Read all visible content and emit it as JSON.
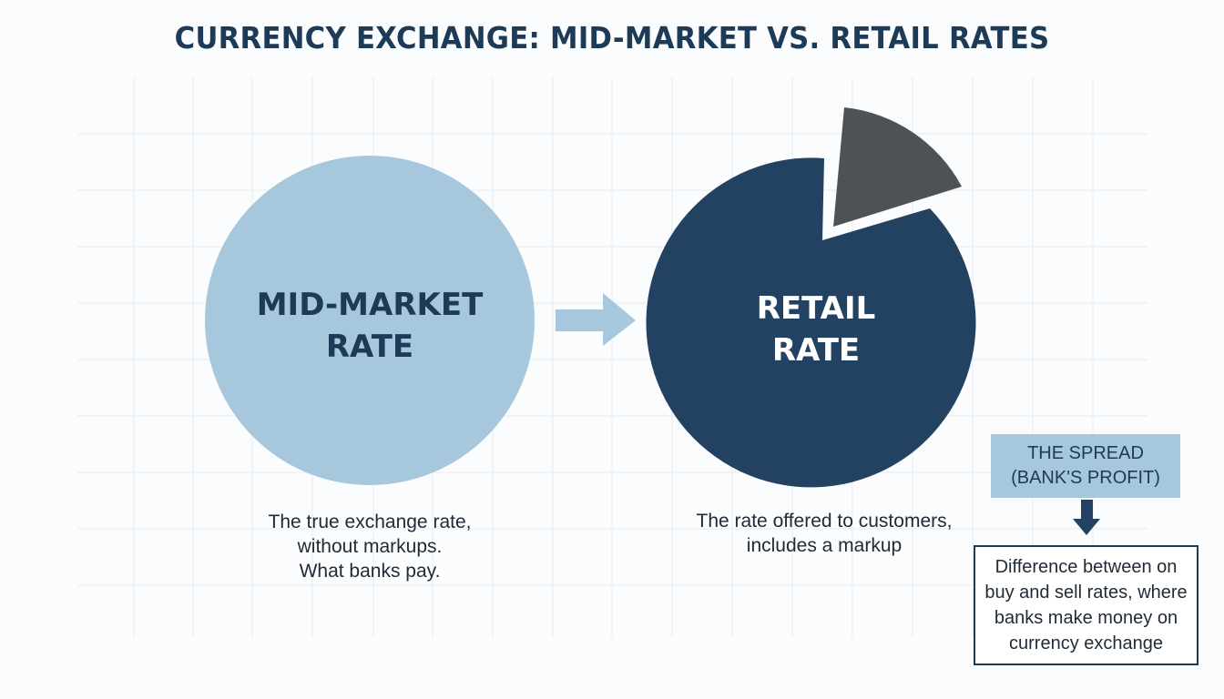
{
  "title": "CURRENCY EXCHANGE: MID-MARKET VS. RETAIL RATES",
  "mid_market": {
    "label_lines": [
      "MID-MARKET",
      "RATE"
    ],
    "description_lines": [
      "The true exchange rate,",
      "without markups.",
      "What banks pay."
    ],
    "color": "#a7c7dc"
  },
  "retail": {
    "label_lines": [
      "RETAIL",
      "RATE"
    ],
    "description_lines": [
      "The rate offered to customers,",
      "includes a markup"
    ],
    "color": "#234262",
    "spread_wedge_color": "#4f5254"
  },
  "spread": {
    "label_lines": [
      "THE SPREAD",
      "(BANK'S PROFIT)"
    ],
    "definition_lines": [
      "Difference between on",
      "buy and sell rates, where",
      "banks make money on",
      "currency exchange"
    ]
  },
  "colors": {
    "title": "#1d3a56",
    "arrow": "#a7c7dc",
    "down_arrow": "#234262",
    "grid": "#eef1f4"
  }
}
